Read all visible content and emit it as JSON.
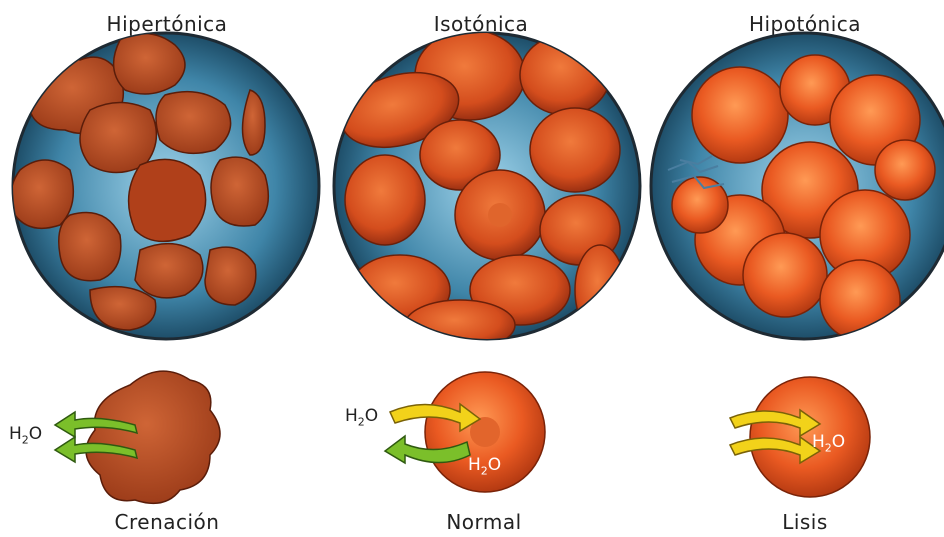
{
  "panels": [
    {
      "title": "Hipertónica",
      "caption": "Crenación"
    },
    {
      "title": "Isotónica",
      "caption": "Normal"
    },
    {
      "title": "Hipotónica",
      "caption": "Lisis"
    }
  ],
  "water": {
    "h": "H",
    "sub": "2",
    "o": "O"
  },
  "colors": {
    "cell": "#c94a1c",
    "cell_dark": "#8c2a10",
    "medium": "#3d7fa0",
    "arrow_green": "#7bbf2a",
    "arrow_yellow": "#f2d21a"
  }
}
